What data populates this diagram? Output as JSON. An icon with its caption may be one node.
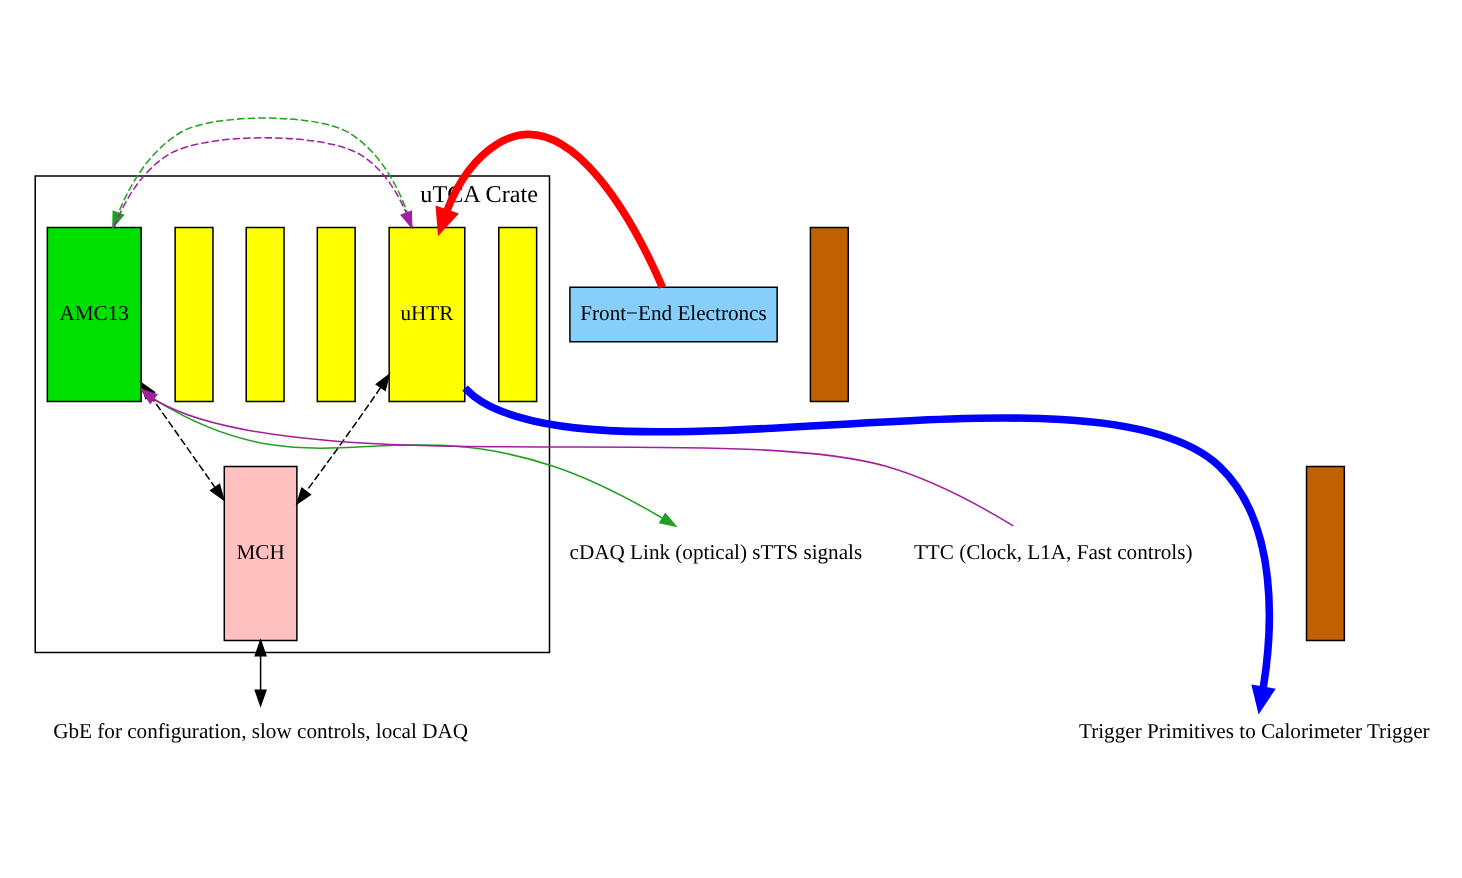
{
  "diagram": {
    "nodes": [
      {
        "text": [
          "uTCA Crate"
        ]
      },
      {
        "text": [
          "Front−End Electroncs"
        ]
      },
      {
        "text": [],
        "shape": "bar"
      },
      {
        "text": [],
        "shape": "bar"
      },
      {
        "text": [
          "uHTR"
        ],
        "in": 0
      },
      {
        "text": [],
        "shape": "bar",
        "in": 0
      },
      {
        "text": [
          "AMC13"
        ],
        "in": 0
      },
      {
        "text": [
          "MCH"
        ],
        "in": 0
      },
      {
        "text": [],
        "shape": "bar",
        "in": 0
      },
      {
        "text": [],
        "shape": "bar",
        "in": 0
      },
      {
        "text": [],
        "shape": "bar",
        "in": 0
      },
      {
        "text": [
          "TTC (Clock, L1A, Fast controls)"
        ]
      },
      {
        "text": [
          "cDAQ Link (optical) sTTS signals"
        ]
      },
      {
        "text": [
          "Trigger Primitives to Calorimeter Trigger"
        ]
      },
      {
        "text": [
          "GbE for configuration, slow controls, local DAQ"
        ]
      }
    ],
    "edges": [
      {
        "from": 1,
        "to": 4,
        "arrow": "to",
        "style": "thick",
        "color": "#ff0000"
      },
      {
        "from": 11,
        "to": 6,
        "arrow": "to",
        "color": "#a020a0"
      },
      {
        "from": 6,
        "to": 12,
        "arrow": "to",
        "color": "#20a020"
      },
      {
        "from": 6,
        "to": 4,
        "arrow": "to",
        "style": "dashed",
        "color": "#a020a0"
      },
      {
        "from": 4,
        "to": 6,
        "arrow": "to",
        "style": "dashed",
        "color": "#20a020"
      },
      {
        "from": 4,
        "to": 7,
        "arrow": "both",
        "style": "dashed",
        "color": "#000000"
      },
      {
        "from": 6,
        "to": 7,
        "arrow": "both",
        "style": "dashed",
        "color": "#000000"
      },
      {
        "from": 7,
        "to": 14,
        "arrow": "both",
        "color": "#000000"
      },
      {
        "from": 4,
        "to": 13,
        "arrow": "to",
        "style": "thick",
        "color": "#0000ff"
      }
    ]
  }
}
